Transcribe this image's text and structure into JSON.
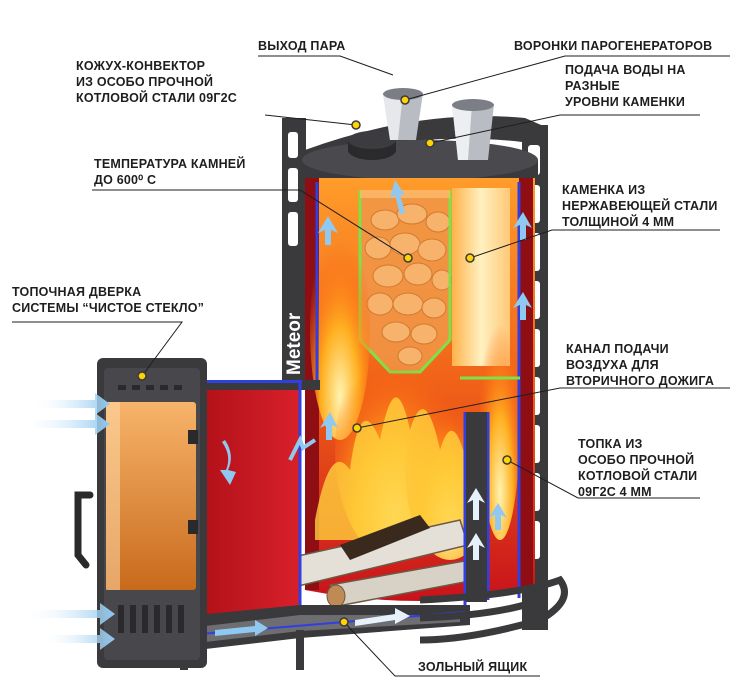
{
  "stove_brand_text": "Meteor",
  "labels": {
    "vykhod_para": "ВЫХОД ПАРА",
    "voronki": "ВОРОНКИ ПАРОГЕНЕРАТОРОВ",
    "kozhukh": [
      "КОЖУХ-КОНВЕКТОР",
      "ИЗ ОСОБО ПРОЧНОЙ",
      "КОТЛОВОЙ СТАЛИ 09Г2С"
    ],
    "podacha_vody": [
      "ПОДАЧА ВОДЫ НА",
      "РАЗНЫЕ",
      "УРОВНИ КАМЕНКИ"
    ],
    "temperatura": [
      "ТЕМПЕРАТУРА КАМНЕЙ",
      "ДО 600⁰ С"
    ],
    "kamenka": [
      "КАМЕНКА ИЗ",
      "НЕРЖАВЕЮЩЕЙ СТАЛИ",
      "ТОЛЩИНОЙ 4 ММ"
    ],
    "dverka": [
      "ТОПОЧНАЯ ДВЕРКА",
      "СИСТЕМЫ “ЧИСТОЕ СТЕКЛО”"
    ],
    "kanal": [
      "КАНАЛ ПОДАЧИ",
      "ВОЗДУХА ДЛЯ",
      "ВТОРИЧНОГО ДОЖИГА"
    ],
    "topka": [
      "ТОПКА  ИЗ",
      "ОСОБО ПРОЧНОЙ",
      "КОТЛОВОЙ СТАЛИ",
      "09Г2С 4 ММ"
    ],
    "zolnyi": "ЗОЛЬНЫЙ ЯЩИК"
  },
  "colors": {
    "steel": "#3a3a3c",
    "fire_red": "#c8121b",
    "flame_orange": "#ff8a1c",
    "flame_yellow": "#ffd23c",
    "stones": "#f2a65a",
    "blue_outline": "#2f3fe0",
    "green_outline": "#7fe04a",
    "air_arrow": "#8fc8f0",
    "marker": "#ffd400"
  }
}
